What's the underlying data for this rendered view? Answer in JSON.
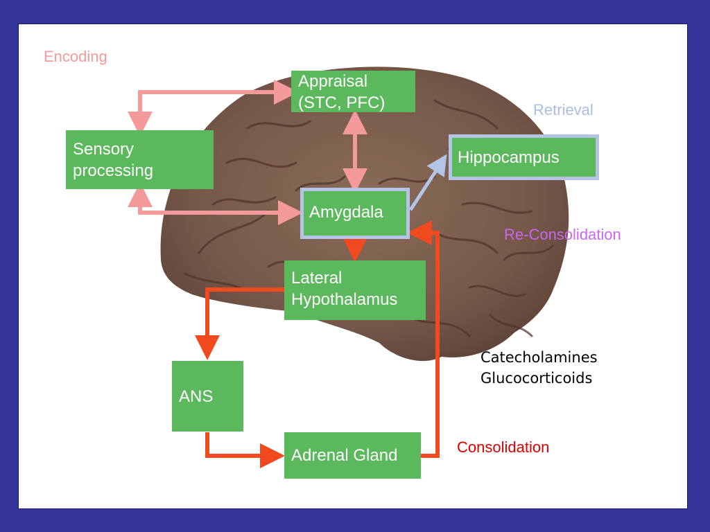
{
  "colors": {
    "frame": "#333399",
    "box": "#5cb85c",
    "box_text": "#ffffff",
    "outline": "#b4c4e6",
    "encoding_arrow": "#f59a9a",
    "consolidation_arrow": "#f04a1e",
    "retrieval_arrow": "#b4c4e6",
    "brain": "#7a5a48"
  },
  "boxes": {
    "appraisal": "Appraisal\n(STC, PFC)",
    "sensory": "Sensory\nprocessing",
    "hippocampus": "Hippocampus",
    "amygdala": "Amygdala",
    "lateral_hypothalamus": "Lateral\nHypothalamus",
    "ans": "ANS",
    "adrenal": "Adrenal Gland"
  },
  "labels": {
    "encoding": {
      "text": "Encoding",
      "color": "#f59a9a"
    },
    "retrieval": {
      "text": "Retrieval",
      "color": "#a9bfe0"
    },
    "reconsolidation": {
      "text": "Re-Consolidation",
      "color": "#cc66ee"
    },
    "consolidation": {
      "text": "Consolidation",
      "color": "#dd0000"
    },
    "hormones": "Catecholamines\nGlucocorticoids"
  }
}
